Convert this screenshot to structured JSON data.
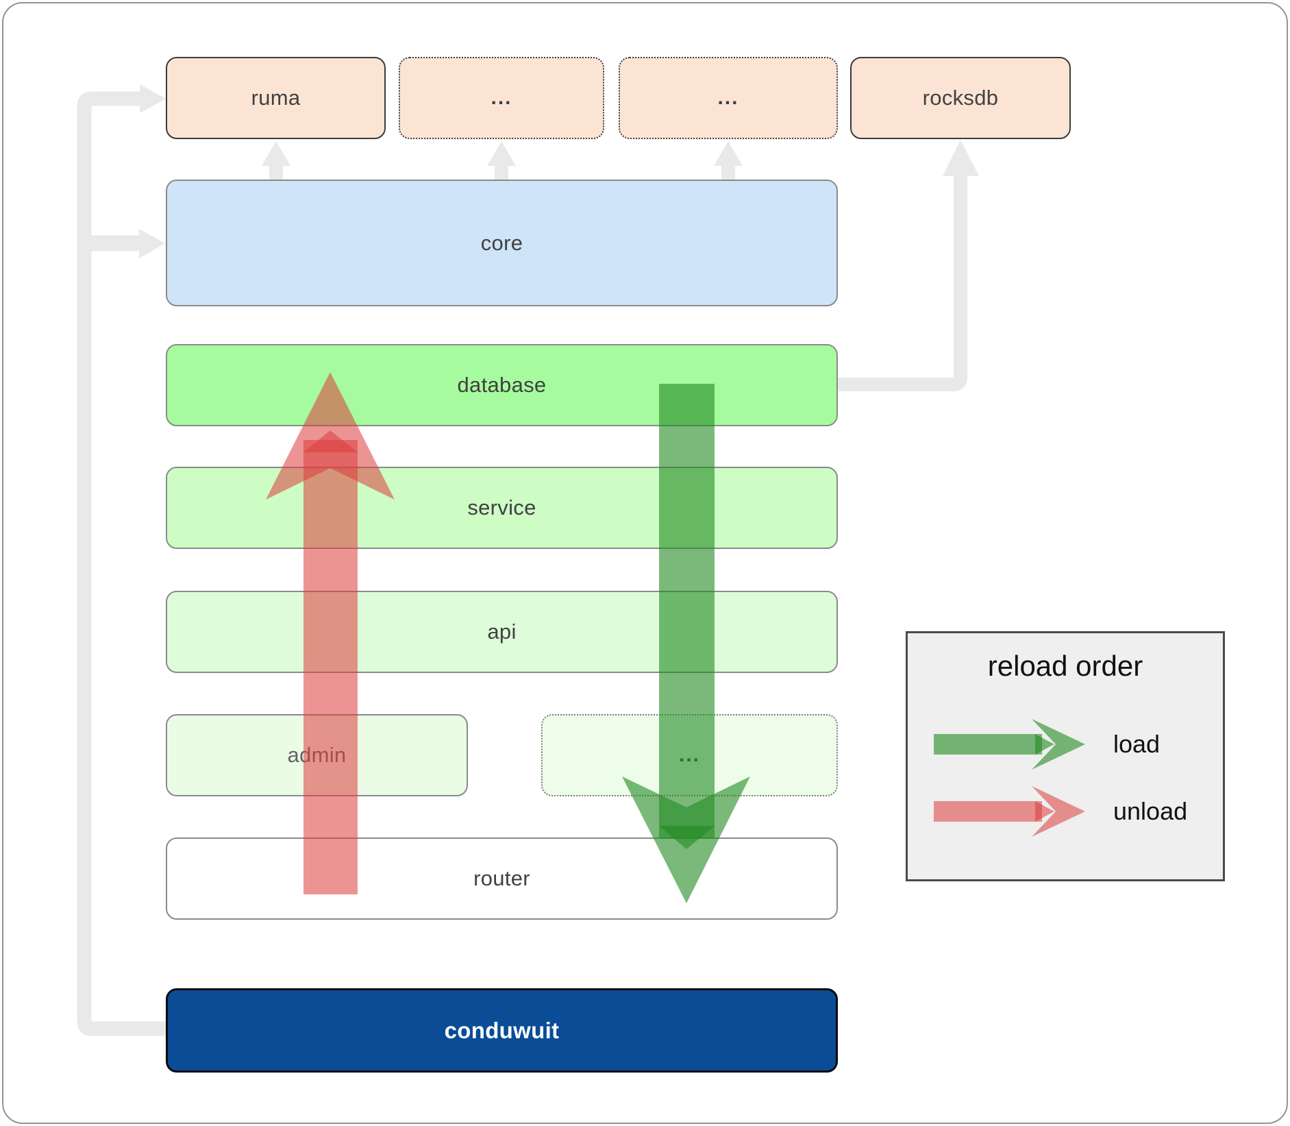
{
  "boxes": {
    "ruma": "ruma",
    "more_top_1": "...",
    "more_top_2": "...",
    "rocksdb": "rocksdb",
    "core": "core",
    "database": "database",
    "service": "service",
    "api": "api",
    "admin": "admin",
    "more_bottom": "...",
    "router": "router",
    "conduwuit": "conduwuit"
  },
  "legend": {
    "title": "reload order",
    "load_label": "load",
    "unload_label": "unload"
  },
  "colors": {
    "load_arrow": "#228b22",
    "unload_arrow": "#dc3c3c",
    "connector_gray": "#e9e9e9",
    "module_fill": "#fce4d4",
    "core_fill": "#cfe4f8",
    "database_fill": "#a6fb9e",
    "service_fill": "#cdfcc5",
    "api_fill": "#defcd9",
    "admin_fill": "#eafce6",
    "router_fill": "#ffffff",
    "conduwuit_fill": "#0a4d96",
    "legend_fill": "#efefef"
  }
}
